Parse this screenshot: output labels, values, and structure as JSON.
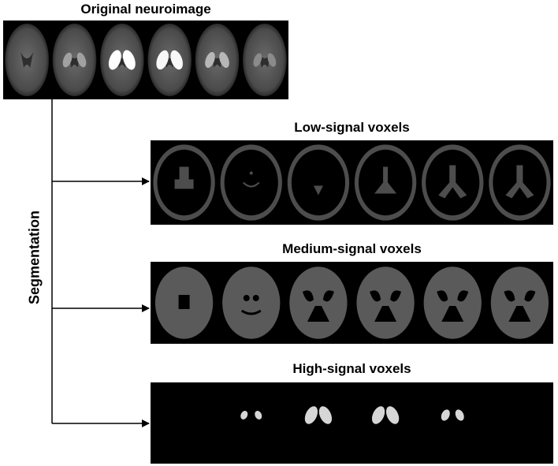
{
  "original": {
    "title": "Original neuroimage",
    "slice_count": 6
  },
  "segmentation_label": "Segmentation",
  "panels": [
    {
      "key": "low",
      "title": "Low-signal voxels",
      "slice_count": 6
    },
    {
      "key": "medium",
      "title": "Medium-signal voxels",
      "slice_count": 6
    },
    {
      "key": "high",
      "title": "High-signal voxels",
      "slice_count": 6
    }
  ],
  "colors": {
    "background": "#ffffff",
    "strip": "#000000",
    "line": "#000000"
  }
}
